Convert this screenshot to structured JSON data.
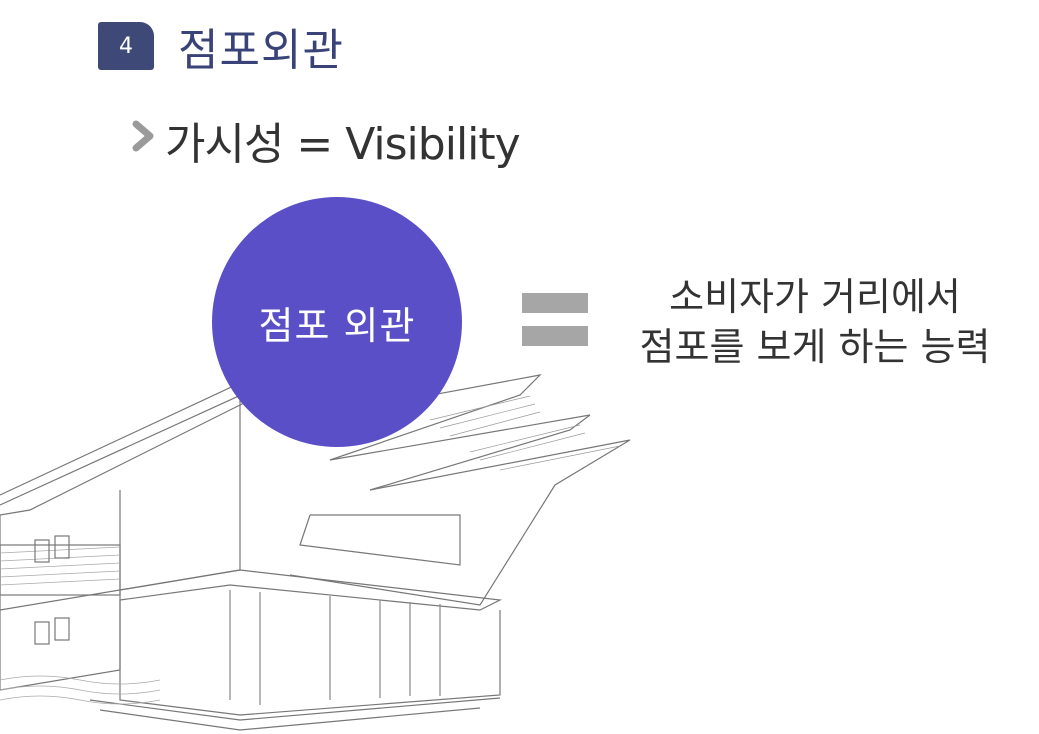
{
  "section": {
    "number": "4",
    "title": "점포외관"
  },
  "subtitle": "가시성 = Visibility",
  "circle": {
    "label": "점포 외관"
  },
  "description": {
    "line1": "소비자가 거리에서",
    "line2": "점포를 보게 하는 능력"
  },
  "colors": {
    "badge": "#3e4978",
    "title": "#3a4378",
    "circle": "#5b4fc7",
    "equals": "#a6a6a6"
  },
  "icons": {
    "bullet": "chevron-right-icon",
    "illustration": "building-sketch"
  }
}
